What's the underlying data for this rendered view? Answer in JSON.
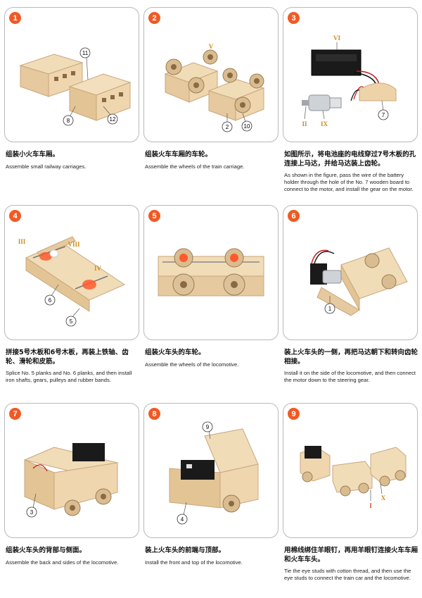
{
  "steps": [
    {
      "num": "1",
      "cn": "组装小火车车厢。",
      "en": "Assemble small railway carriages.",
      "labels": [
        "11",
        "8",
        "12"
      ]
    },
    {
      "num": "2",
      "cn": "组装火车车厢的车轮。",
      "en": "Assemble the wheels of the train carriage.",
      "labels": [
        "V",
        "2",
        "10"
      ]
    },
    {
      "num": "3",
      "cn": "如图所示，将电池座的电线穿过7号木板的孔连接上马达，并给马达装上齿轮。",
      "en": "As shown in the figure, pass the wire of the battery holder through the hole of the No. 7 wooden board to connect to the motor, and install the gear on the motor.",
      "labels": [
        "VI",
        "II",
        "IX",
        "7"
      ]
    },
    {
      "num": "4",
      "cn": "拼接5号木板和6号木板，再装上铁轴、齿轮、滑轮和皮筋。",
      "en": "Splice No. 5 planks and No. 6 planks, and then install iron shafts, gears, pulleys and rubber bands.",
      "labels": [
        "III",
        "VIII",
        "IV",
        "6",
        "5"
      ]
    },
    {
      "num": "5",
      "cn": "组装火车头的车轮。",
      "en": "Assemble the wheels of the locomotive.",
      "labels": []
    },
    {
      "num": "6",
      "cn": "装上火车头的一侧，再把马达朝下和转向齿轮相接。",
      "en": "Install it on the side of the locomotive, and then connect the motor down to the steering gear.",
      "labels": [
        "1"
      ]
    },
    {
      "num": "7",
      "cn": "组装火车头的背部与侧面。",
      "en": "Assemble the back and sides of the locomotive.",
      "labels": [
        "3"
      ]
    },
    {
      "num": "8",
      "cn": "装上火车头的前端与顶部。",
      "en": "Install the front and top of the locomotive.",
      "labels": [
        "9",
        "4"
      ]
    },
    {
      "num": "9",
      "cn": "用棉线绑住羊眼钉，再用羊眼钉连接火车车厢和火车车头。",
      "en": "Tie the eye studs with cotton thread, and then use the eye studs to connect the train car and the locomotive.",
      "labels": [
        "I",
        "X"
      ]
    }
  ]
}
